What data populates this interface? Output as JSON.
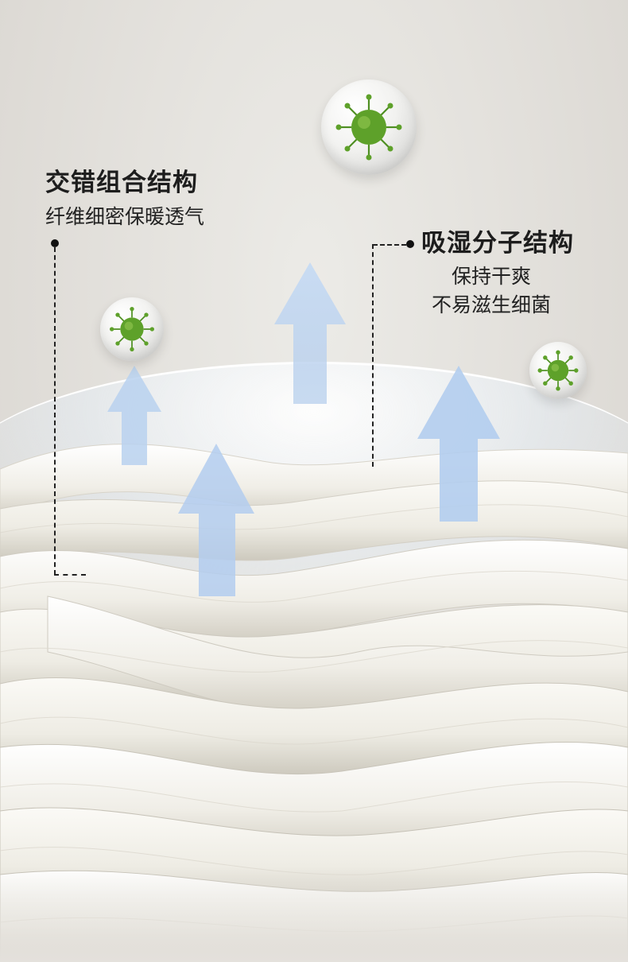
{
  "left_feature": {
    "title": "交错组合结构",
    "subtitle": "纤维细密保暖透气"
  },
  "right_feature": {
    "title": "吸湿分子结构",
    "lines": [
      "保持干爽",
      "不易滋生细菌"
    ]
  },
  "colors": {
    "background": "#e4e1dc",
    "arrow_blue": "#b7d0ee",
    "virus_green": "#5ea12a",
    "fiber": "#f3f1ea"
  },
  "icons": [
    "virus-bubble-icon",
    "up-arrow-icon"
  ]
}
